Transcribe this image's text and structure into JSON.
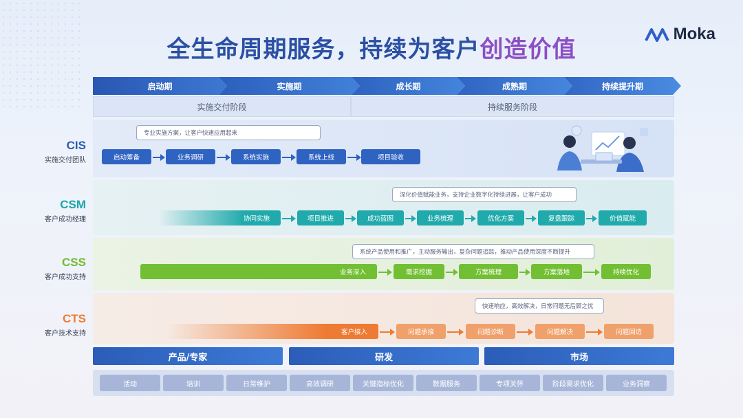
{
  "title": {
    "part1": "全生命周期服务，持续为客户",
    "part2": "创造价值"
  },
  "logo": {
    "text": "Moka",
    "brand_color": "#2f5fc8"
  },
  "phases": [
    "启动期",
    "实施期",
    "成长期",
    "成熟期",
    "持续提升期"
  ],
  "stages": [
    "实施交付阶段",
    "持续服务阶段"
  ],
  "rows": {
    "cis": {
      "code": "CIS",
      "sub": "实施交付团队",
      "color": "#2d59b5",
      "callout": "专业实施方案，让客户快速应用起来",
      "steps": [
        "启动筹备",
        "业务调研",
        "系统实施",
        "系统上线",
        "项目验收"
      ]
    },
    "csm": {
      "code": "CSM",
      "sub": "客户成功经理",
      "color": "#1ba6a8",
      "callout": "深化价值赋能业务，支持企业数字化持续进展，让客户成功",
      "lead": "协同实施",
      "steps": [
        "项目推进",
        "成功蓝图",
        "业务梳理",
        "优化方案",
        "复盘跟踪",
        "价值赋能"
      ]
    },
    "css": {
      "code": "CSS",
      "sub": "客户成功支持",
      "color": "#6dbb2f",
      "callout": "系统产品使用和推广，主动服务输出，复杂问题追踪，推动产品使用深度不断提升",
      "lead": "业务深入",
      "steps": [
        "需求挖掘",
        "方案梳理",
        "方案落地",
        "持续优化"
      ]
    },
    "cts": {
      "code": "CTS",
      "sub": "客户技术支持",
      "color": "#ee7b33",
      "callout": "快速响应，高效解决，日常问题无后顾之忧",
      "lead": "客户接入",
      "steps": [
        "问题承接",
        "问题诊断",
        "问题解决",
        "问题回访"
      ]
    }
  },
  "departments": [
    "产品/专家",
    "研发",
    "市场"
  ],
  "activities": [
    "活动",
    "培训",
    "日常维护",
    "高效调研",
    "关键指标优化",
    "数据服务",
    "专项关怀",
    "阶段需求优化",
    "业务洞察"
  ]
}
